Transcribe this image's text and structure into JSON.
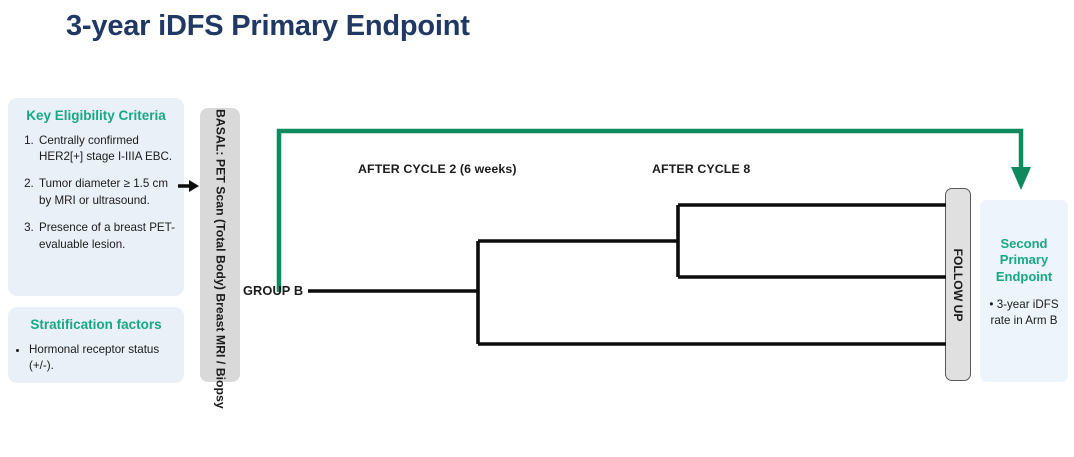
{
  "slide": {
    "title": "3-year iDFS Primary Endpoint",
    "title_color": "#1f3864",
    "accent_color": "#19a884",
    "flow_color": "#0f8a5f",
    "panel_bg": "#e9f0f7"
  },
  "eligibility": {
    "heading": "Key Eligibility Criteria",
    "items": [
      "Centrally confirmed HER2[+] stage I-IIIA EBC.",
      "Tumor diameter ≥ 1.5 cm by MRI or ultrasound.",
      "Presence of a breast PET-evaluable lesion."
    ]
  },
  "stratification": {
    "heading": "Stratification factors",
    "items": [
      "Hormonal receptor status (+/-)."
    ]
  },
  "basal": {
    "label": "BASAL: PET Scan (Total Body) Breast MRI / Biopsy"
  },
  "followup": {
    "label": "FOLLOW UP"
  },
  "diagram": {
    "group_label": "GROUP B",
    "cycle2_label": "AFTER CYCLE 2 (6 weeks)",
    "cycle8_label": "AFTER CYCLE 8"
  },
  "endpoint": {
    "heading": "Second Primary Endpoint",
    "detail": "• 3-year iDFS rate in Arm B"
  }
}
